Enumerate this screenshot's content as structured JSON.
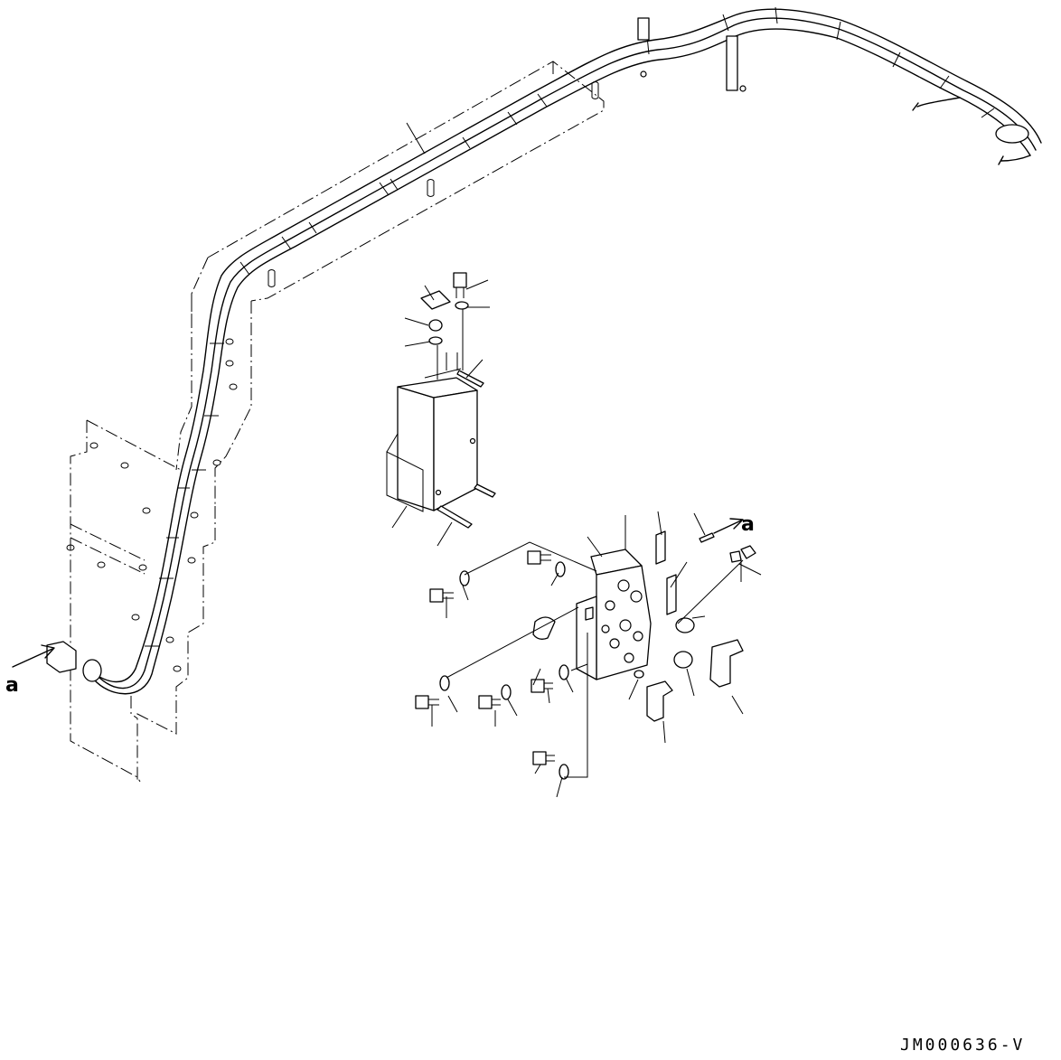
{
  "drawing": {
    "code": "JM000636-V",
    "arrow_labels": [
      "a",
      "a"
    ]
  }
}
